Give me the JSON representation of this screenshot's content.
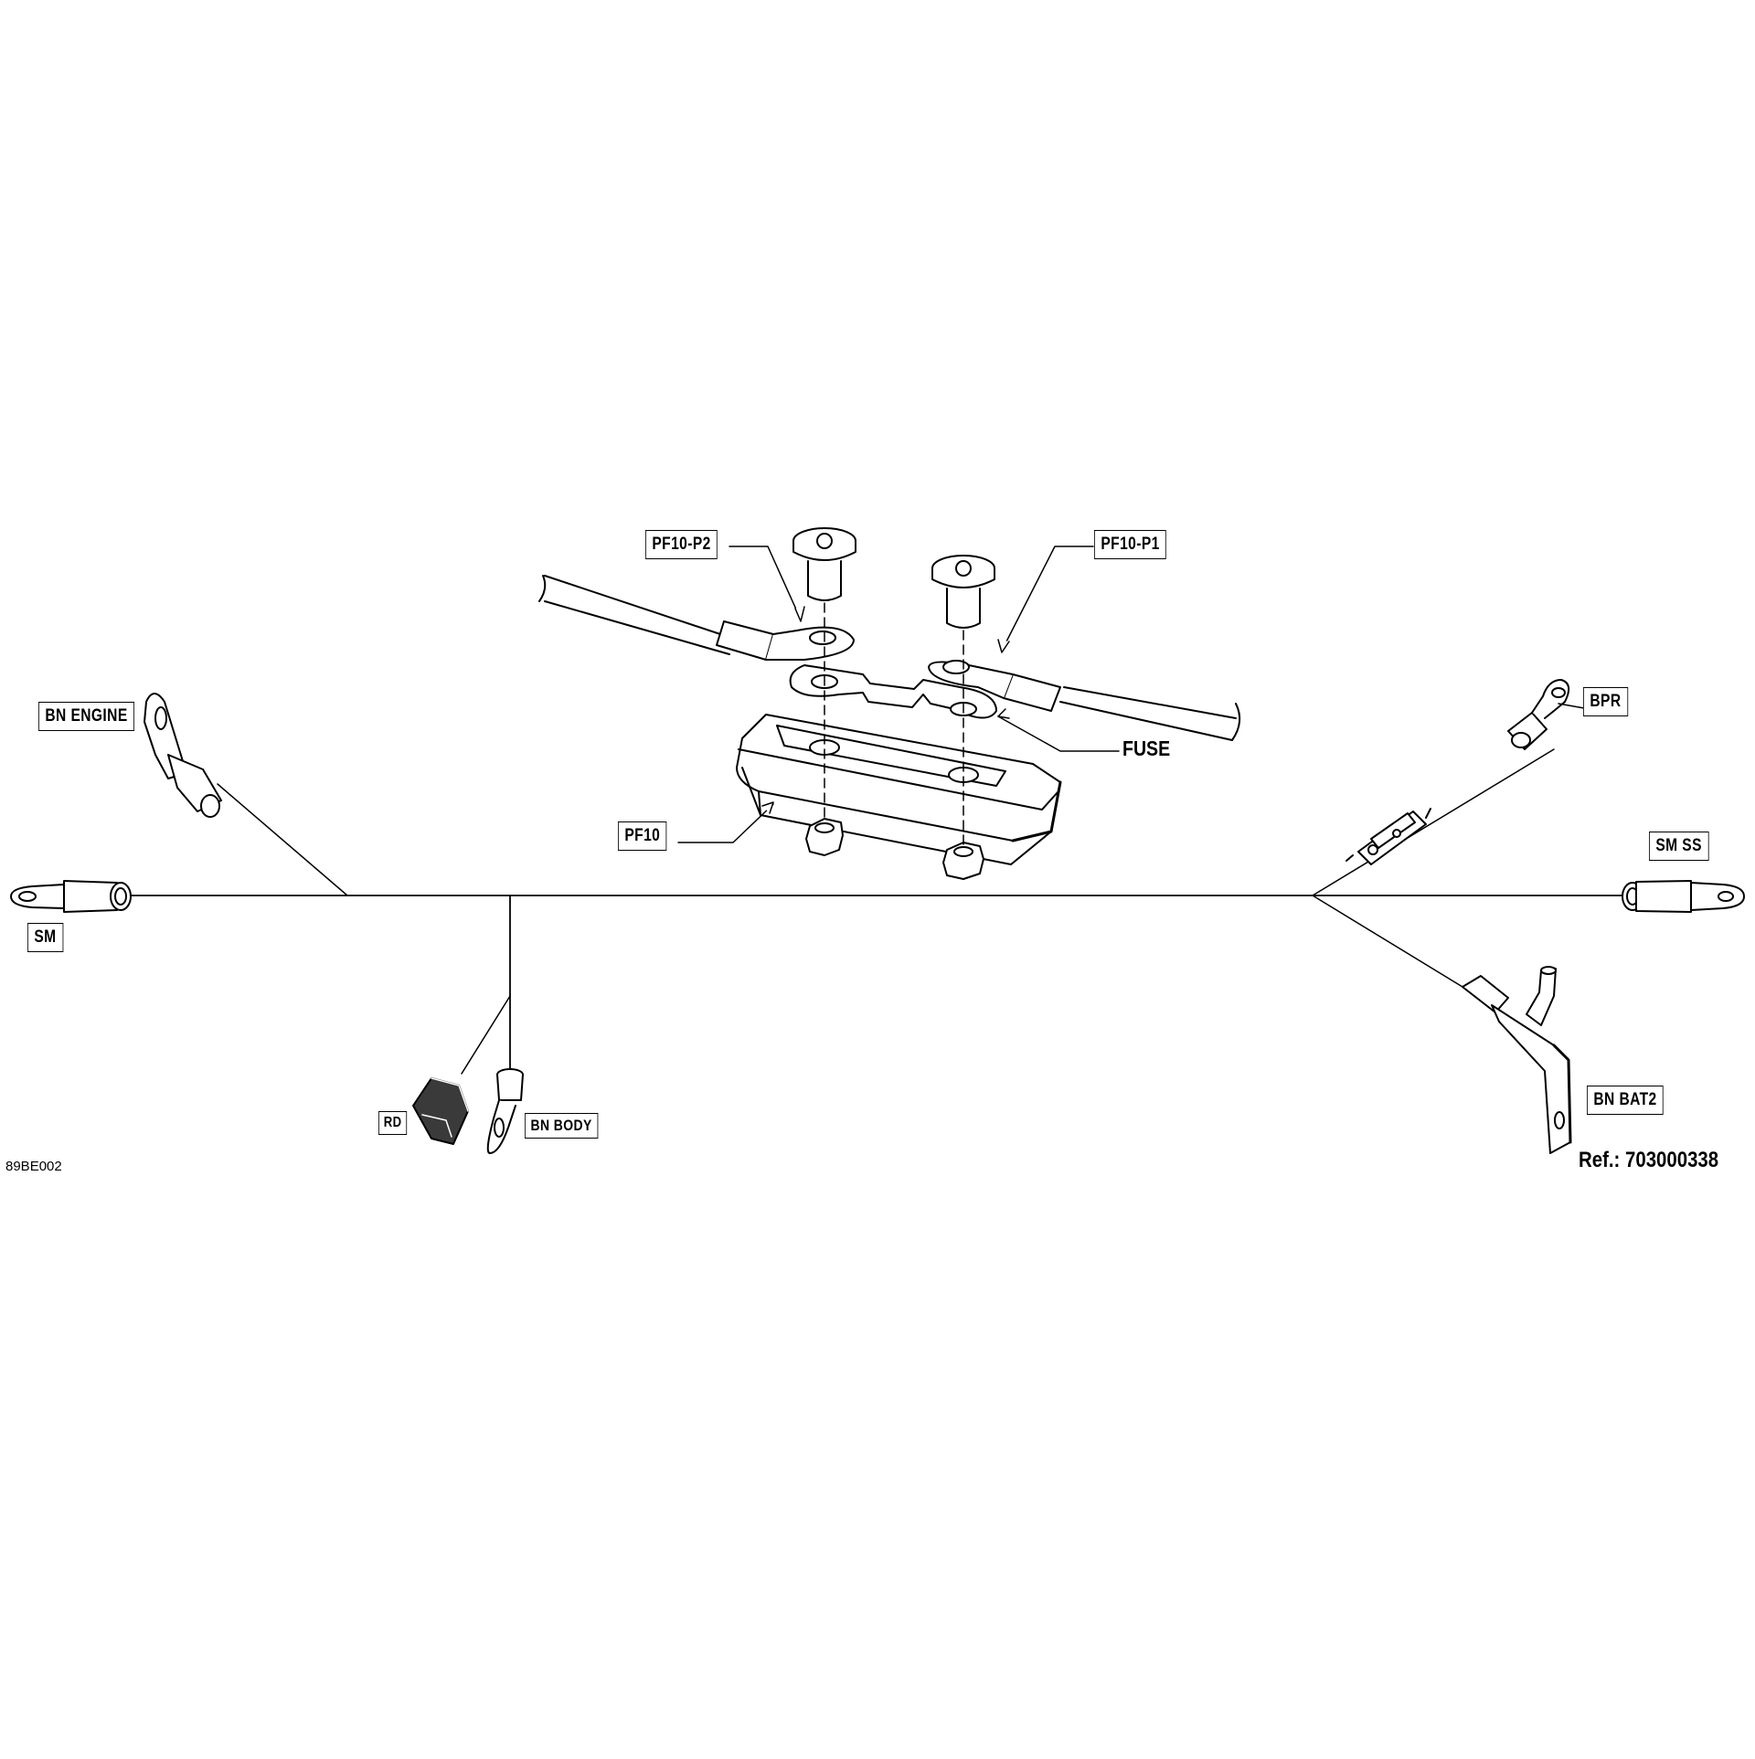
{
  "diagram": {
    "labels": {
      "pf10_p2": "PF10-P2",
      "pf10_p1": "PF10-P1",
      "bn_engine": "BN ENGINE",
      "fuse": "FUSE",
      "pf10": "PF10",
      "bpr": "BPR",
      "sm_ss": "SM SS",
      "sm": "SM",
      "rd": "RD",
      "bn_body": "BN BODY",
      "bn_bat2": "BN BAT2"
    },
    "figure_code": "89BE002",
    "reference": "Ref.:  703000338",
    "icons": {
      "screw": "screw-icon",
      "nut": "nut-icon",
      "ring_terminal": "ring-terminal-icon",
      "connector": "connector-icon",
      "fuse_holder": "fuse-holder-icon",
      "inline_fuse": "inline-fuse-icon",
      "bracket": "bracket-icon"
    },
    "colors": {
      "line": "#000000",
      "fill": "#ffffff",
      "shade": "#3a3a3a"
    }
  }
}
